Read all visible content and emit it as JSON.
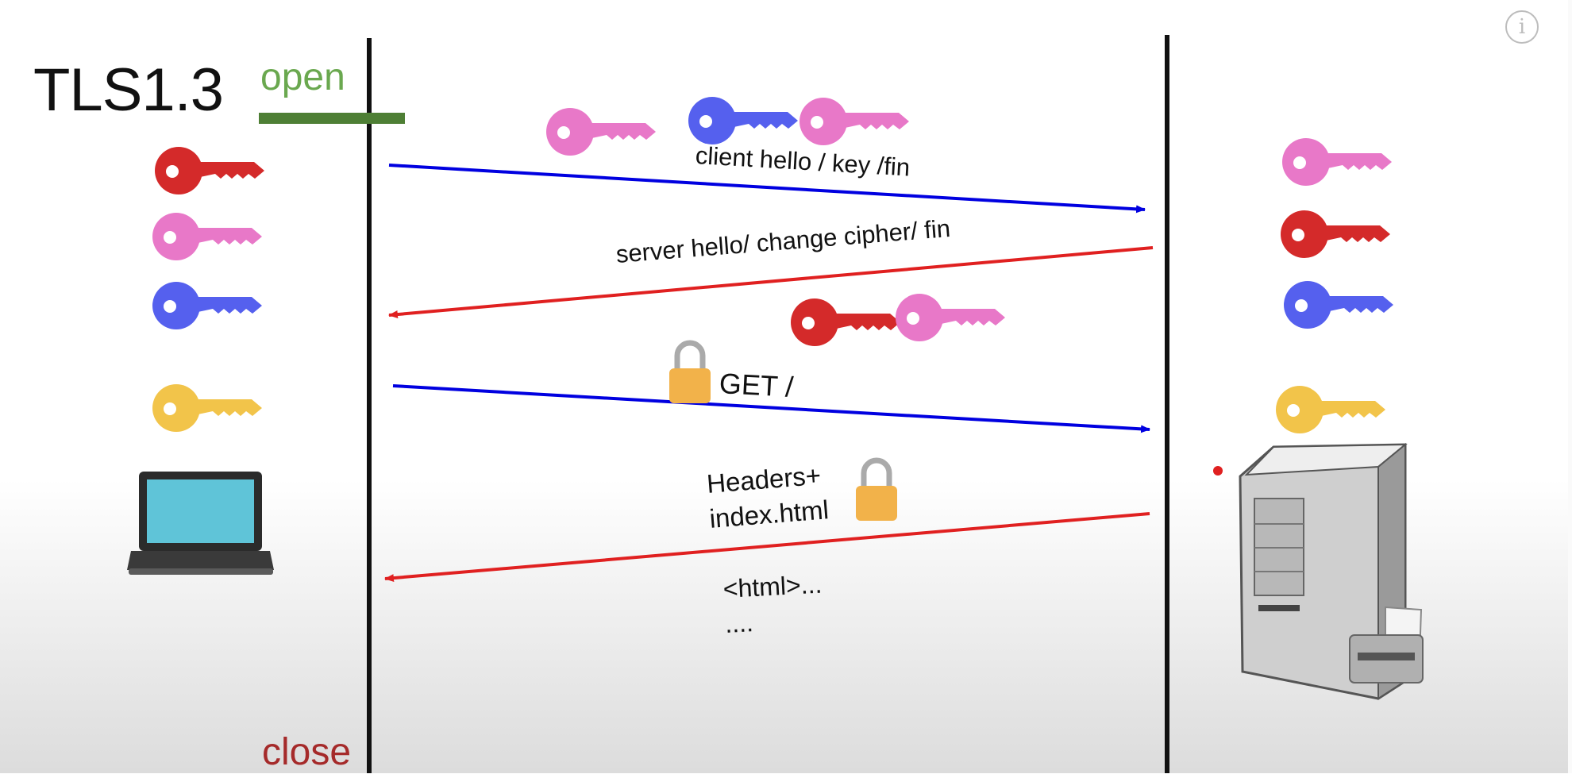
{
  "title": "TLS1.3",
  "connection": {
    "open_label": "open",
    "close_label": "close"
  },
  "messages": [
    {
      "label": "client hello / key /fin",
      "direction": "client-to-server",
      "color": "#0000e0"
    },
    {
      "label": "server hello/ change cipher/ fin",
      "direction": "server-to-client",
      "color": "#e02020"
    },
    {
      "label": "GET /",
      "direction": "client-to-server",
      "color": "#0000e0"
    },
    {
      "label": "Headers+\nindex.html",
      "direction": "server-to-client",
      "color": "#e02020"
    }
  ],
  "response_body": "<html>...\n....",
  "colors": {
    "open_bar": "#4e7f35",
    "open_text": "#6aa84f",
    "close_text": "#a52a2a",
    "key_red": "#d42a2a",
    "key_pink": "#e878c8",
    "key_blue": "#5560ee",
    "key_yellow": "#f2c44a",
    "lock": "#f2b24a"
  },
  "icons": {
    "client_device": "laptop-icon",
    "server_device": "server-tower-icon",
    "key": "key-icon",
    "lock": "padlock-icon",
    "info": "info-icon"
  },
  "info_glyph": "i"
}
